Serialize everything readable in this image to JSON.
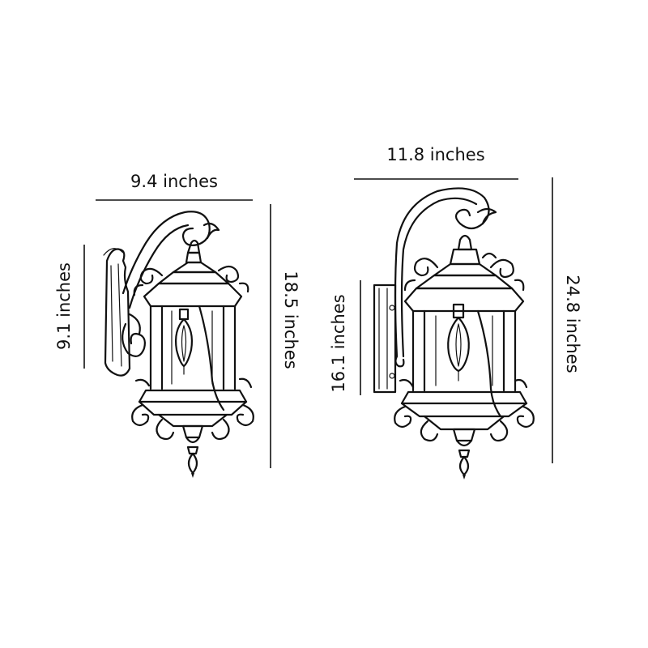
{
  "colors": {
    "ink": "#111111",
    "background": "#ffffff"
  },
  "small_lamp": {
    "name": "small-wall-lantern",
    "width_label": "9.4 inches",
    "height_label": "18.5 inches",
    "backplate_label": "9.1 inches"
  },
  "large_lamp": {
    "name": "large-wall-lantern",
    "width_label": "11.8 inches",
    "height_label": "24.8 inches",
    "backplate_label": "16.1 inches"
  }
}
